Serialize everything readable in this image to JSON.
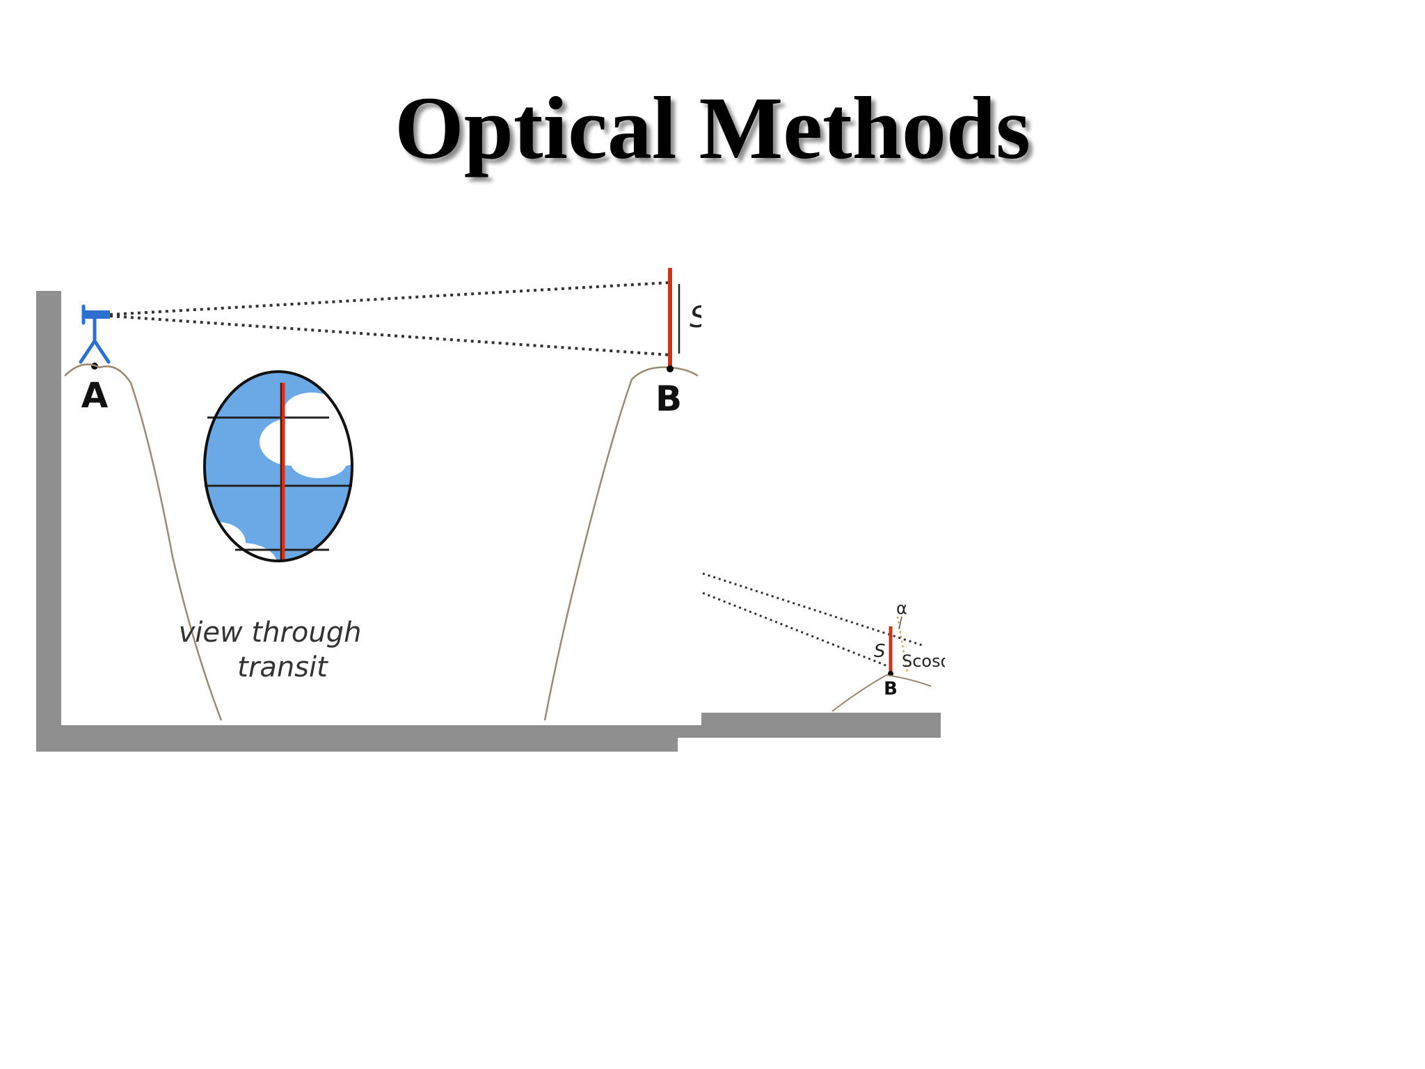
{
  "slide": {
    "title": "Optical Methods"
  },
  "diagram_main": {
    "station_a_label": "A",
    "station_b_label": "B",
    "interval_label": "S",
    "view_caption_line1": "view through",
    "view_caption_line2": "transit"
  },
  "diagram_inset": {
    "interval_label": "S",
    "reduced_label": "Scosα",
    "angle_label": "α",
    "station_b_label": "B"
  },
  "colors": {
    "rod": "#c8361c",
    "sky": "#6aa9e6",
    "instrument": "#2f6fd0",
    "shadow": "#8f8f8f",
    "terrain": "#9a8a72"
  }
}
